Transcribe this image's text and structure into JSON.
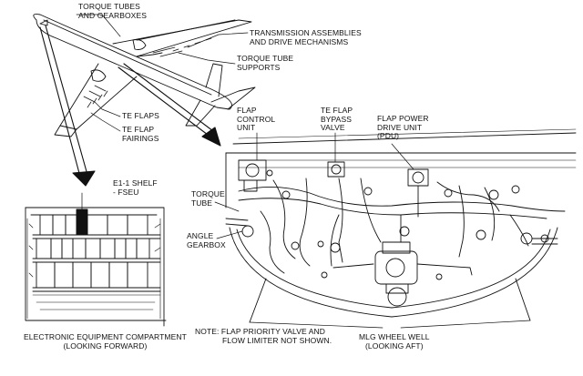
{
  "labels": {
    "torque_tubes_gearboxes": [
      "TORQUE TUBES",
      "AND GEARBOXES"
    ],
    "transmission_assemblies": [
      "TRANSMISSION ASSEMBLIES",
      "AND DRIVE MECHANISMS"
    ],
    "torque_tube_supports": [
      "TORQUE TUBE",
      "SUPPORTS"
    ],
    "te_flaps": [
      "TE FLAPS"
    ],
    "te_flap_fairings": [
      "TE FLAP",
      "FAIRINGS"
    ],
    "flap_control_unit": [
      "FLAP",
      "CONTROL",
      "UNIT"
    ],
    "te_flap_bypass_valve": [
      "TE FLAP",
      "BYPASS",
      "VALVE"
    ],
    "flap_power_drive_unit": [
      "FLAP POWER",
      "DRIVE UNIT",
      "(PDU)"
    ],
    "e1_1_shelf": [
      "E1-1 SHELF",
      "- FSEU"
    ],
    "torque_tube": [
      "TORQUE",
      "TUBE"
    ],
    "angle_gearbox": [
      "ANGLE",
      "GEARBOX"
    ],
    "note": [
      "NOTE: FLAP PRIORITY VALVE AND",
      "FLOW LIMITER NOT SHOWN."
    ],
    "electronic_equipment_compartment": [
      "ELECTRONIC EQUIPMENT COMPARTMENT",
      "(LOOKING FORWARD)"
    ],
    "mlg_wheel_well": [
      "MLG WHEEL WELL",
      "(LOOKING AFT)"
    ]
  }
}
